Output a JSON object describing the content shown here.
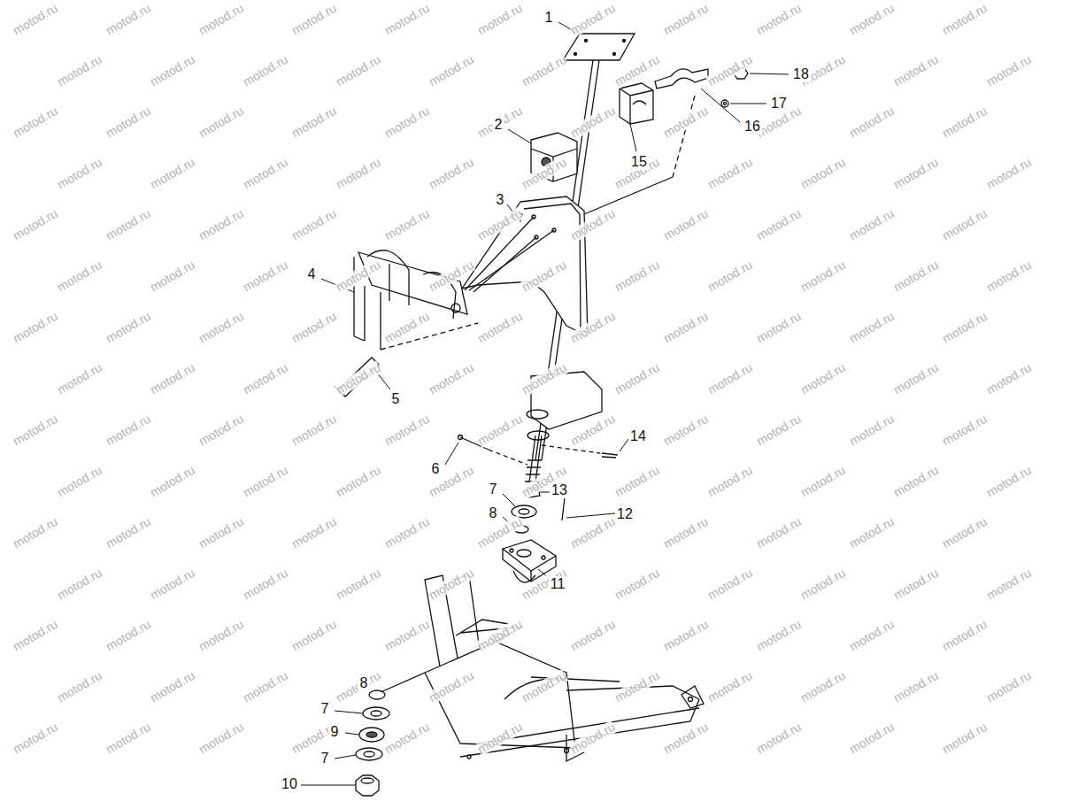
{
  "diagram": {
    "labels": [
      "1",
      "18",
      "17",
      "2",
      "16",
      "15",
      "3",
      "4",
      "5",
      "14",
      "6",
      "7",
      "13",
      "12",
      "8",
      "11",
      "8",
      "7",
      "9",
      "7",
      "10",
      "motod.ru",
      "motod.ru",
      "motod.ru",
      "motod.ru",
      "motod.ru",
      "motod.ru",
      "motod.ru",
      "motod.ru",
      "motod.ru",
      "motod.ru",
      "motod.ru",
      "motod.ru",
      "motod.ru",
      "motod.ru",
      "motod.ru",
      "motod.ru",
      "motod.ru",
      "motod.ru",
      "motod.ru",
      "motod.ru",
      "motod.ru",
      "motod.ru",
      "motod.ru",
      "motod.ru",
      "motod.ru",
      "motod.ru",
      "motod.ru",
      "motod.ru",
      "motod.ru",
      "motod.ru",
      "motod.ru",
      "motod.ru",
      "motod.ru",
      "motod.ru",
      "motod.ru",
      "motod.ru",
      "motod.ru",
      "motod.ru",
      "motod.ru",
      "motod.ru",
      "motod.ru",
      "motod.ru",
      "motod.ru",
      "motod.ru",
      "motod.ru",
      "motod.ru",
      "motod.ru",
      "motod.ru",
      "motod.ru",
      "motod.ru",
      "motod.ru",
      "motod.ru",
      "motod.ru",
      "motod.ru",
      "motod.ru",
      "motod.ru",
      "motod.ru",
      "motod.ru",
      "motod.ru",
      "motod.ru",
      "motod.ru",
      "motod.ru",
      "motod.ru",
      "motod.ru",
      "motod.ru",
      "motod.ru",
      "motod.ru",
      "motod.ru",
      "motod.ru",
      "motod.ru",
      "motod.ru",
      "motod.ru",
      "motod.ru",
      "motod.ru",
      "motod.ru",
      "motod.ru",
      "motod.ru",
      "motod.ru",
      "motod.ru",
      "motod.ru",
      "motod.ru",
      "motod.ru",
      "motod.ru",
      "motod.ru",
      "motod.ru",
      "motod.ru",
      "motod.ru",
      "motod.ru",
      "motod.ru",
      "motod.ru",
      "motod.ru",
      "motod.ru",
      "motod.ru",
      "motod.ru",
      "motod.ru",
      "motod.ru",
      "motod.ru",
      "motod.ru",
      "motod.ru",
      "motod.ru",
      "motod.ru",
      "motod.ru",
      "motod.ru",
      "motod.ru",
      "motod.ru",
      "motod.ru",
      "motod.ru",
      "motod.ru",
      "motod.ru",
      "motod.ru",
      "motod.ru",
      "motod.ru",
      "motod.ru",
      "motod.ru",
      "motod.ru",
      "motod.ru",
      "motod.ru",
      "motod.ru",
      "motod.ru",
      "motod.ru",
      "motod.ru",
      "motod.ru",
      "motod.ru",
      "motod.ru",
      "motod.ru",
      "motod.ru",
      "motod.ru",
      "motod.ru",
      "motod.ru",
      "motod.ru",
      "motod.ru",
      "motod.ru",
      "motod.ru",
      "motod.ru",
      "motod.ru",
      "motod.ru",
      "motod.ru",
      "motod.ru",
      "motod.ru",
      "motod.ru",
      "motod.ru",
      "motod.ru",
      "motod.ru",
      "motod.ru",
      "motod.ru",
      "motod.ru",
      "motod.ru",
      "motod.ru",
      "motod.ru",
      "motod.ru",
      "motod.ru",
      "motod.ru",
      "motod.ru",
      "motod.ru",
      "motod.ru",
      "motod.ru",
      "motod.ru",
      "motod.ru",
      "motod.ru",
      "motod.ru",
      "motod.ru",
      "motod.ru",
      "motod.ru",
      "motod.ru",
      "motod.ru"
    ]
  }
}
